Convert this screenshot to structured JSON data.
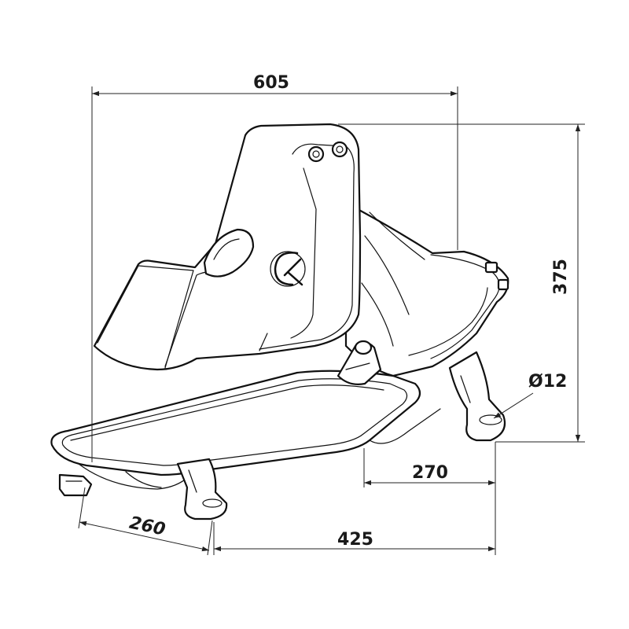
{
  "dimensions": {
    "width_top": "605",
    "height_right": "375",
    "hole_diameter": "Ø12",
    "foot_span": "270",
    "length_bottom": "425",
    "depth_left": "260"
  },
  "logo_icon": "ck-logo-icon",
  "line_color": "#111111",
  "background": "#ffffff"
}
